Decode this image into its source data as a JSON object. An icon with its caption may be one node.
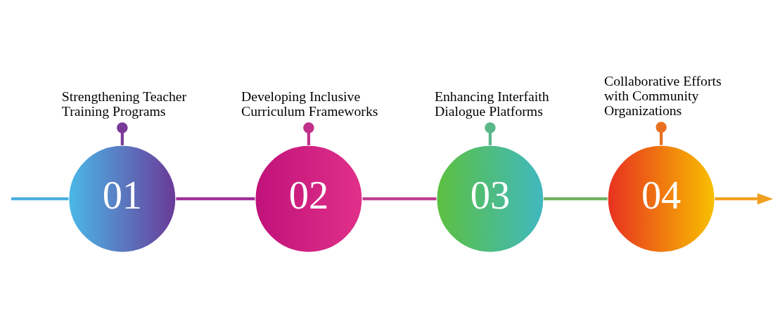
{
  "diagram": {
    "nodes": [
      {
        "text": [
          "01"
        ]
      },
      {
        "text": [
          "02"
        ]
      },
      {
        "text": [
          "03"
        ]
      },
      {
        "text": [
          "04"
        ]
      },
      {
        "text": [
          "Strengthening Teacher Training Programs"
        ]
      },
      {
        "text": [
          "Developing Inclusive Curriculum Frameworks"
        ]
      },
      {
        "text": [
          "Enhancing Interfaith Dialogue Platforms"
        ]
      },
      {
        "text": [
          "Collaborative Efforts with Community Organizations"
        ]
      }
    ],
    "edges": [
      {
        "from": null,
        "to": 0,
        "arrow": "none",
        "color": "#4bb0e0"
      },
      {
        "from": 0,
        "to": 1,
        "arrow": "none",
        "color": "#a0309a"
      },
      {
        "from": 1,
        "to": 2,
        "arrow": "none",
        "color": "#c04090"
      },
      {
        "from": 2,
        "to": 3,
        "arrow": "none",
        "color": "#70b060"
      },
      {
        "from": 3,
        "to": null,
        "arrow": "to",
        "color": "#f0a020"
      },
      {
        "from": 4,
        "to": 0,
        "arrow": "other",
        "color": "#7a3a9a"
      },
      {
        "from": 5,
        "to": 1,
        "arrow": "other",
        "color": "#c0308a"
      },
      {
        "from": 6,
        "to": 2,
        "arrow": "other",
        "color": "#5ab88a"
      },
      {
        "from": 7,
        "to": 3,
        "arrow": "other",
        "color": "#e87020"
      }
    ]
  }
}
